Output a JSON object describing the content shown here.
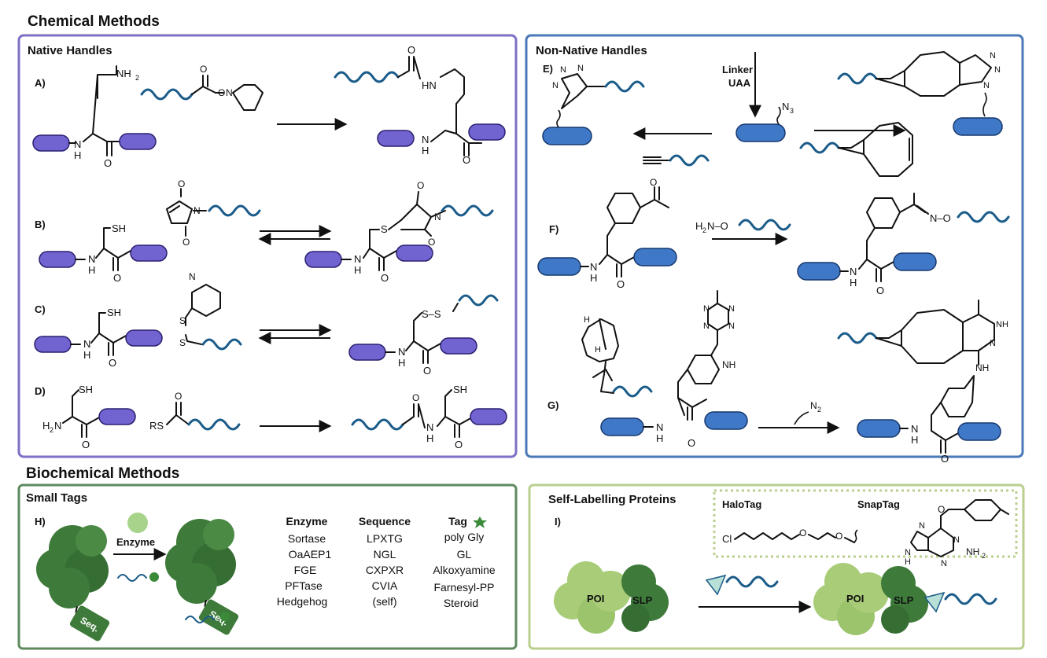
{
  "sections": {
    "chemical": "Chemical Methods",
    "biochemical": "Biochemical Methods"
  },
  "panels": {
    "native": "Native Handles",
    "non_native": "Non-Native Handles",
    "small_tags": "Small Tags",
    "slp": "Self-Labelling Proteins"
  },
  "reactions": {
    "A": {
      "label": "A)",
      "nh2": "NH",
      "nh2_sub": "2",
      "o": "O",
      "n": "N",
      "hn": "HN",
      "nh": "N",
      "h": "H"
    },
    "B": {
      "label": "B)",
      "sh": "SH",
      "s": "S",
      "n": "N",
      "o": "O",
      "h": "H"
    },
    "C": {
      "label": "C)",
      "sh": "SH",
      "s": "S",
      "ss": "S–S",
      "n": "N",
      "o": "O",
      "h": "H"
    },
    "D": {
      "label": "D)",
      "sh": "SH",
      "h2n": "H",
      "h2n_sub": "2",
      "h2n_n": "N",
      "rs": "RS",
      "o": "O",
      "n": "N",
      "h": "H"
    },
    "E": {
      "label": "E)",
      "linker": "Linker",
      "uaa": "UAA",
      "n3": "N",
      "n3_sub": "3",
      "n": "N"
    },
    "F": {
      "label": "F)",
      "h2n": "H",
      "h2n_sub": "2",
      "h2n_n": "N–O",
      "n_o": "N–O",
      "o": "O",
      "n": "N",
      "h": "H"
    },
    "G": {
      "label": "G)",
      "n2": "N",
      "n2_sub": "2",
      "nh": "NH",
      "n": "N",
      "h": "H",
      "o": "O"
    }
  },
  "small_tags": {
    "label": "H)",
    "enzyme_label": "Enzyme",
    "seq": "Seq.",
    "columns": [
      {
        "header": "Enzyme",
        "items": [
          "Sortase",
          "OaAEP1",
          "FGE",
          "PFTase",
          "Hedgehog"
        ]
      },
      {
        "header": "Sequence",
        "items": [
          "LPXTG",
          "NGL",
          "CXPXR",
          "CVIA",
          "(self)"
        ]
      },
      {
        "header": "Tag",
        "items": [
          "poly Gly",
          "GL",
          "Alkoxyamine",
          "Farnesyl-PP",
          "Steroid"
        ]
      }
    ]
  },
  "slp": {
    "label": "I)",
    "halotag": "HaloTag",
    "snaptag": "SnapTag",
    "cl": "Cl",
    "poi": "POI",
    "slp_text": "SLP",
    "nh2": "NH",
    "nh2_sub": "2",
    "n": "N",
    "h": "H",
    "o": "O"
  },
  "colors": {
    "native_border": "#7f6fc6",
    "non_native_border": "#4a78b8",
    "small_tags_border": "#5e8a5e",
    "slp_border": "#b9cf8e",
    "protein_purple": "#7264d0",
    "protein_blue": "#3f78c6",
    "wave": "#1b5c8a"
  }
}
